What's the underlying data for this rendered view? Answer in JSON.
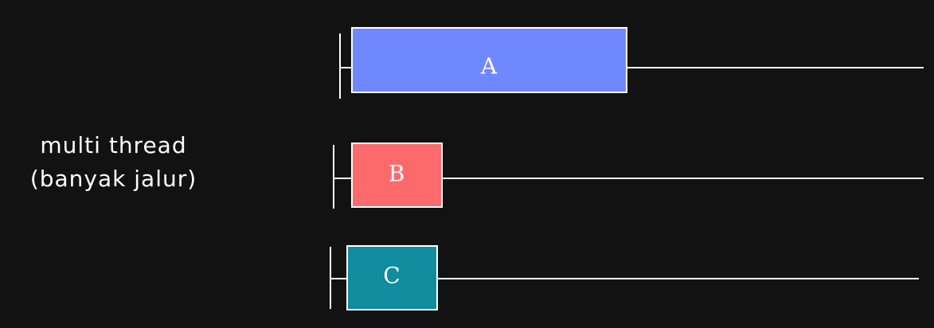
{
  "label": {
    "line1": "multi thread",
    "line2": "(banyak jalur)"
  },
  "threads": [
    {
      "name": "A",
      "color": "#7088ff"
    },
    {
      "name": "B",
      "color": "#fd6a6b"
    },
    {
      "name": "C",
      "color": "#0f8c9e"
    }
  ],
  "colors": {
    "background": "#121212",
    "line": "#ffffff"
  }
}
